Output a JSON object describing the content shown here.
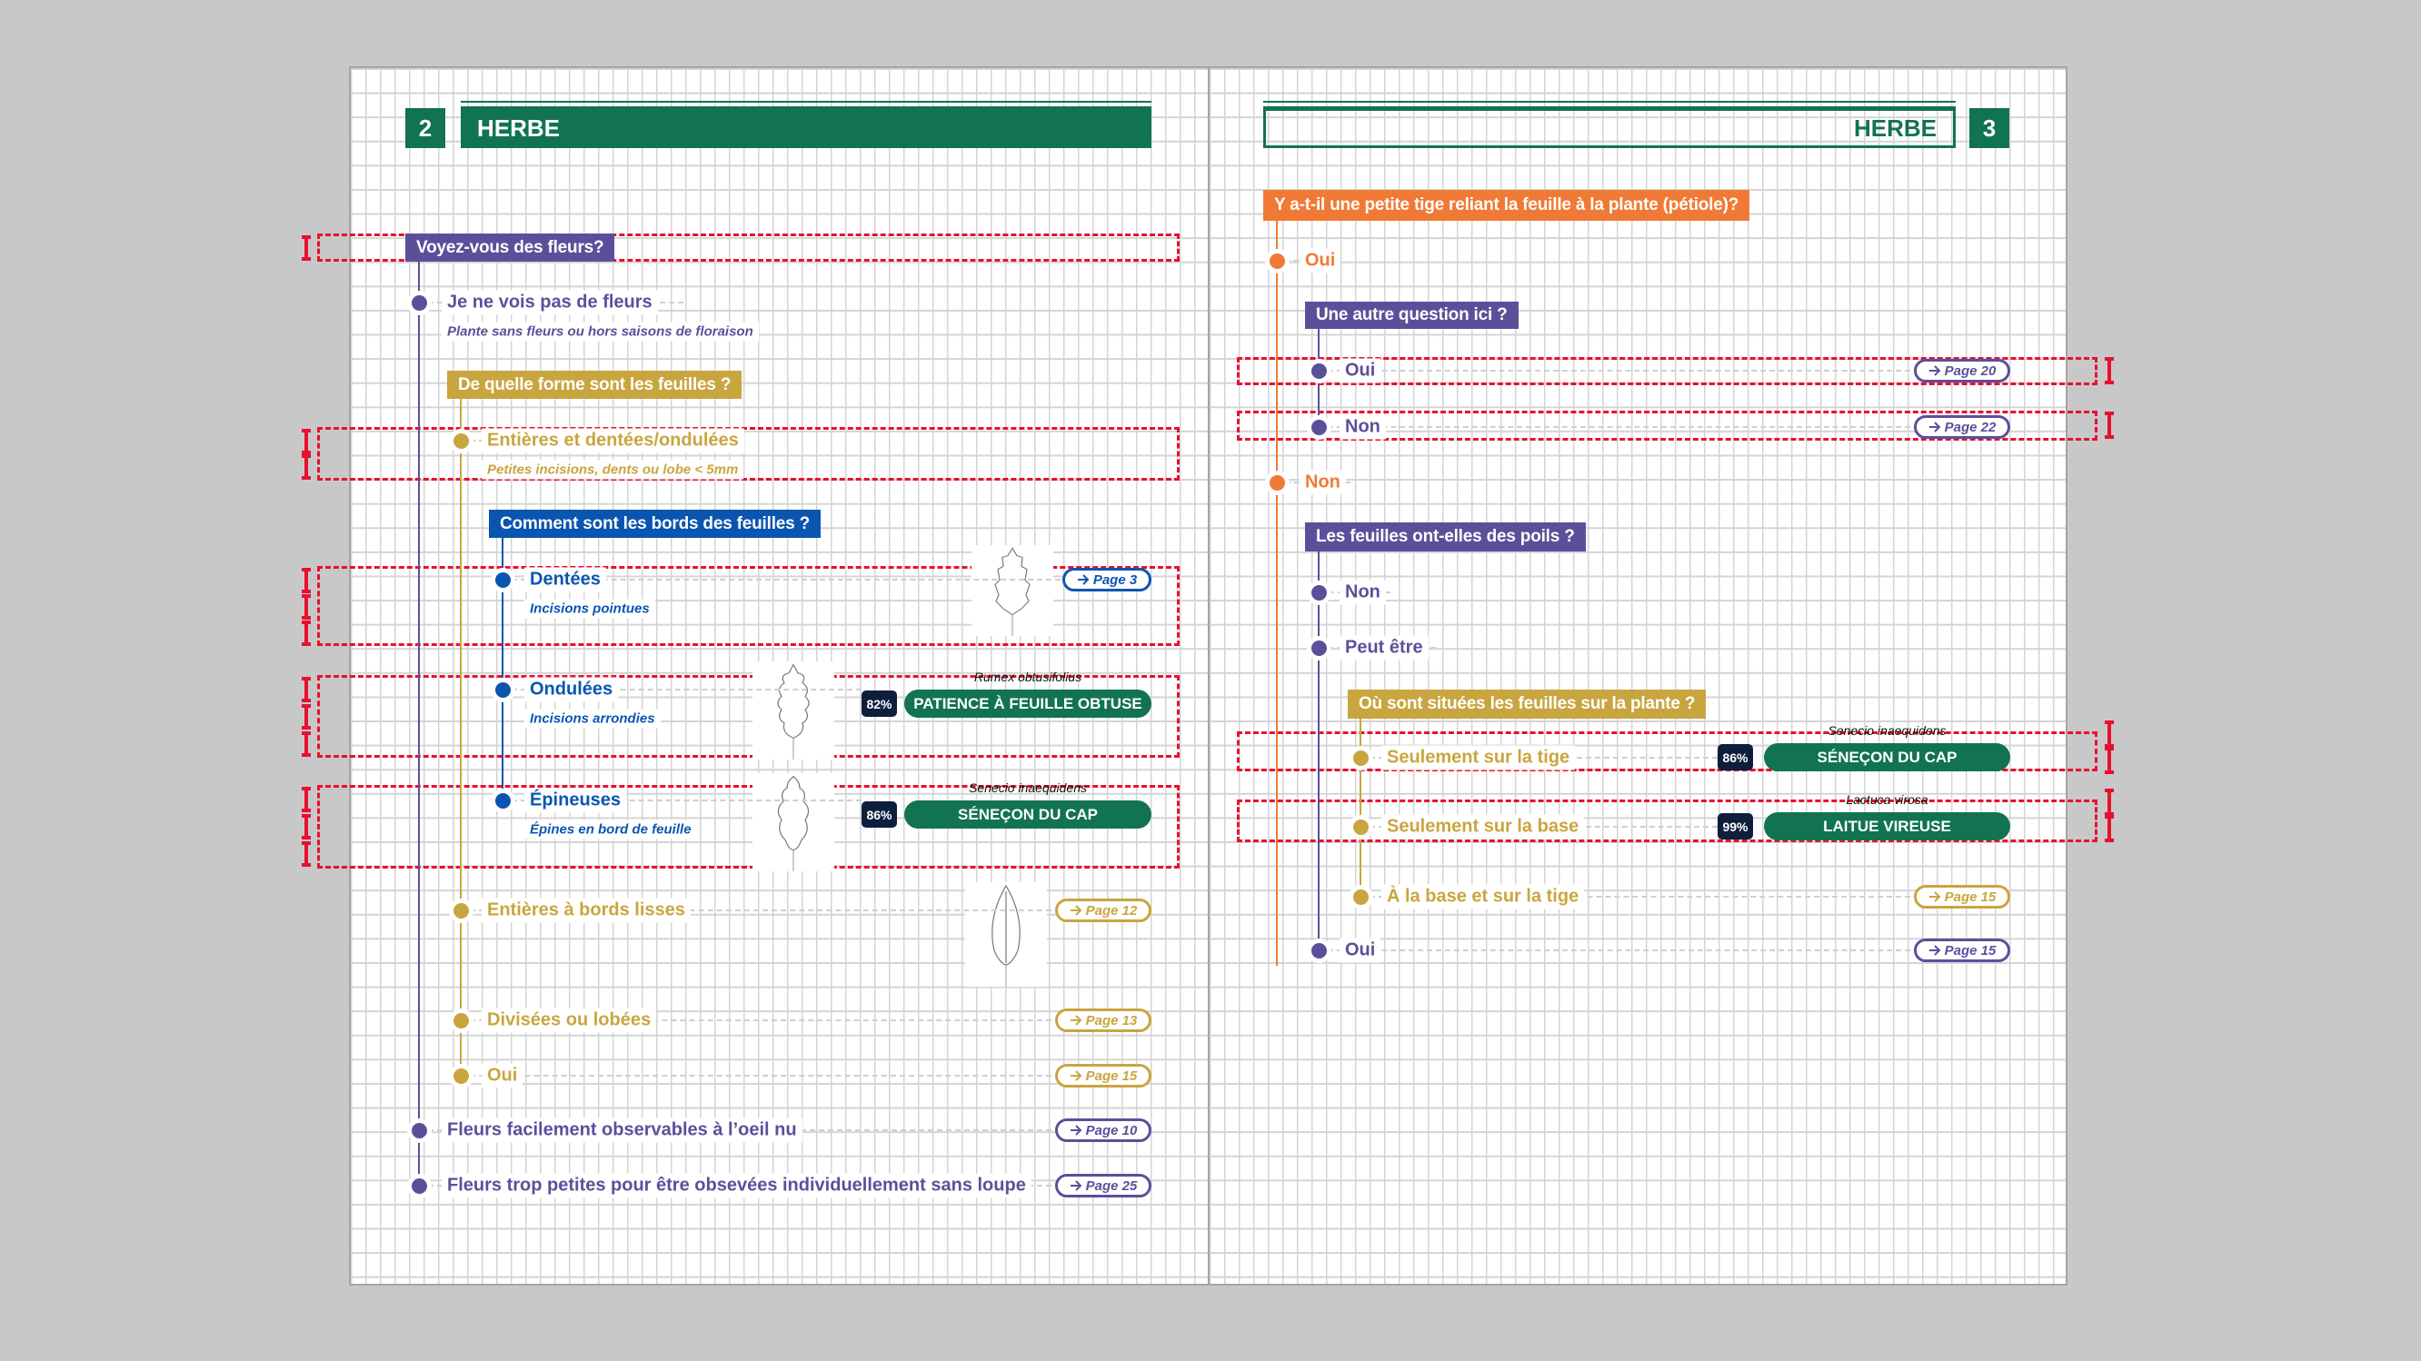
{
  "colors": {
    "purple": "#5c4f9a",
    "gold": "#c9a53f",
    "blue": "#0a55b0",
    "orange": "#f07a35",
    "green": "#127350",
    "navy": "#0e1f3d",
    "highlight": "#e8102f"
  },
  "left_page": {
    "page_number": "2",
    "title": "HERBE",
    "nodes": [
      {
        "kind": "question",
        "label": "Voyez-vous des fleurs?"
      },
      {
        "kind": "option",
        "label": "Je ne vois pas de fleurs",
        "hint": "Plante sans fleurs ou hors saisons de floraison"
      },
      {
        "kind": "question",
        "label": "De quelle forme sont les feuilles ?"
      },
      {
        "kind": "option",
        "label": "Entières et dentées/ondulées",
        "hint": "Petites incisions, dents ou lobe < 5mm"
      },
      {
        "kind": "question",
        "label": "Comment sont les bords des feuilles ?"
      },
      {
        "kind": "option",
        "label": "Dentées",
        "hint": "Incisions pointues",
        "link": "Page 3"
      },
      {
        "kind": "option",
        "label": "Ondulées",
        "hint": "Incisions arrondies",
        "result": {
          "percent": "82%",
          "name": "PATIENCE À FEUILLE OBTUSE",
          "latin": "Rumex obtusifolius"
        }
      },
      {
        "kind": "option",
        "label": "Épineuses",
        "hint": "Épines en bord de feuille",
        "result": {
          "percent": "86%",
          "name": "SÉNEÇON DU CAP",
          "latin": "Senecio inaequidens"
        }
      },
      {
        "kind": "option",
        "label": "Entières à bords lisses",
        "link": "Page 12"
      },
      {
        "kind": "option",
        "label": "Divisées ou lobées",
        "link": "Page 13"
      },
      {
        "kind": "option",
        "label": "Oui",
        "link": "Page 15"
      },
      {
        "kind": "option",
        "label": "Fleurs facilement observables à l’oeil nu",
        "link": "Page 10"
      },
      {
        "kind": "option",
        "label": "Fleurs trop petites pour être obsevées individuellement sans loupe",
        "link": "Page 25"
      }
    ]
  },
  "right_page": {
    "page_number": "3",
    "title": "HERBE",
    "nodes": [
      {
        "kind": "question",
        "label": "Y a-t-il une petite tige reliant la feuille à la plante (pétiole)?"
      },
      {
        "kind": "option",
        "label": "Oui"
      },
      {
        "kind": "question",
        "label": "Une autre question ici ?"
      },
      {
        "kind": "option",
        "label": "Oui",
        "link": "Page 20"
      },
      {
        "kind": "option",
        "label": "Non",
        "link": "Page 22"
      },
      {
        "kind": "option",
        "label": "Non"
      },
      {
        "kind": "question",
        "label": "Les feuilles ont-elles des poils ?"
      },
      {
        "kind": "option",
        "label": "Non"
      },
      {
        "kind": "option",
        "label": "Peut être"
      },
      {
        "kind": "question",
        "label": "Où sont situées les feuilles sur la plante ?"
      },
      {
        "kind": "option",
        "label": "Seulement sur la tige",
        "result": {
          "percent": "86%",
          "name": "SÉNEÇON DU CAP",
          "latin": "Senecio inaequidens"
        }
      },
      {
        "kind": "option",
        "label": "Seulement sur la base",
        "result": {
          "percent": "99%",
          "name": "LAITUE VIREUSE",
          "latin": "Lactuca virosa"
        }
      },
      {
        "kind": "option",
        "label": "À la base et sur la tige",
        "link": "Page 15"
      },
      {
        "kind": "option",
        "label": "Oui",
        "link": "Page 15"
      }
    ]
  }
}
